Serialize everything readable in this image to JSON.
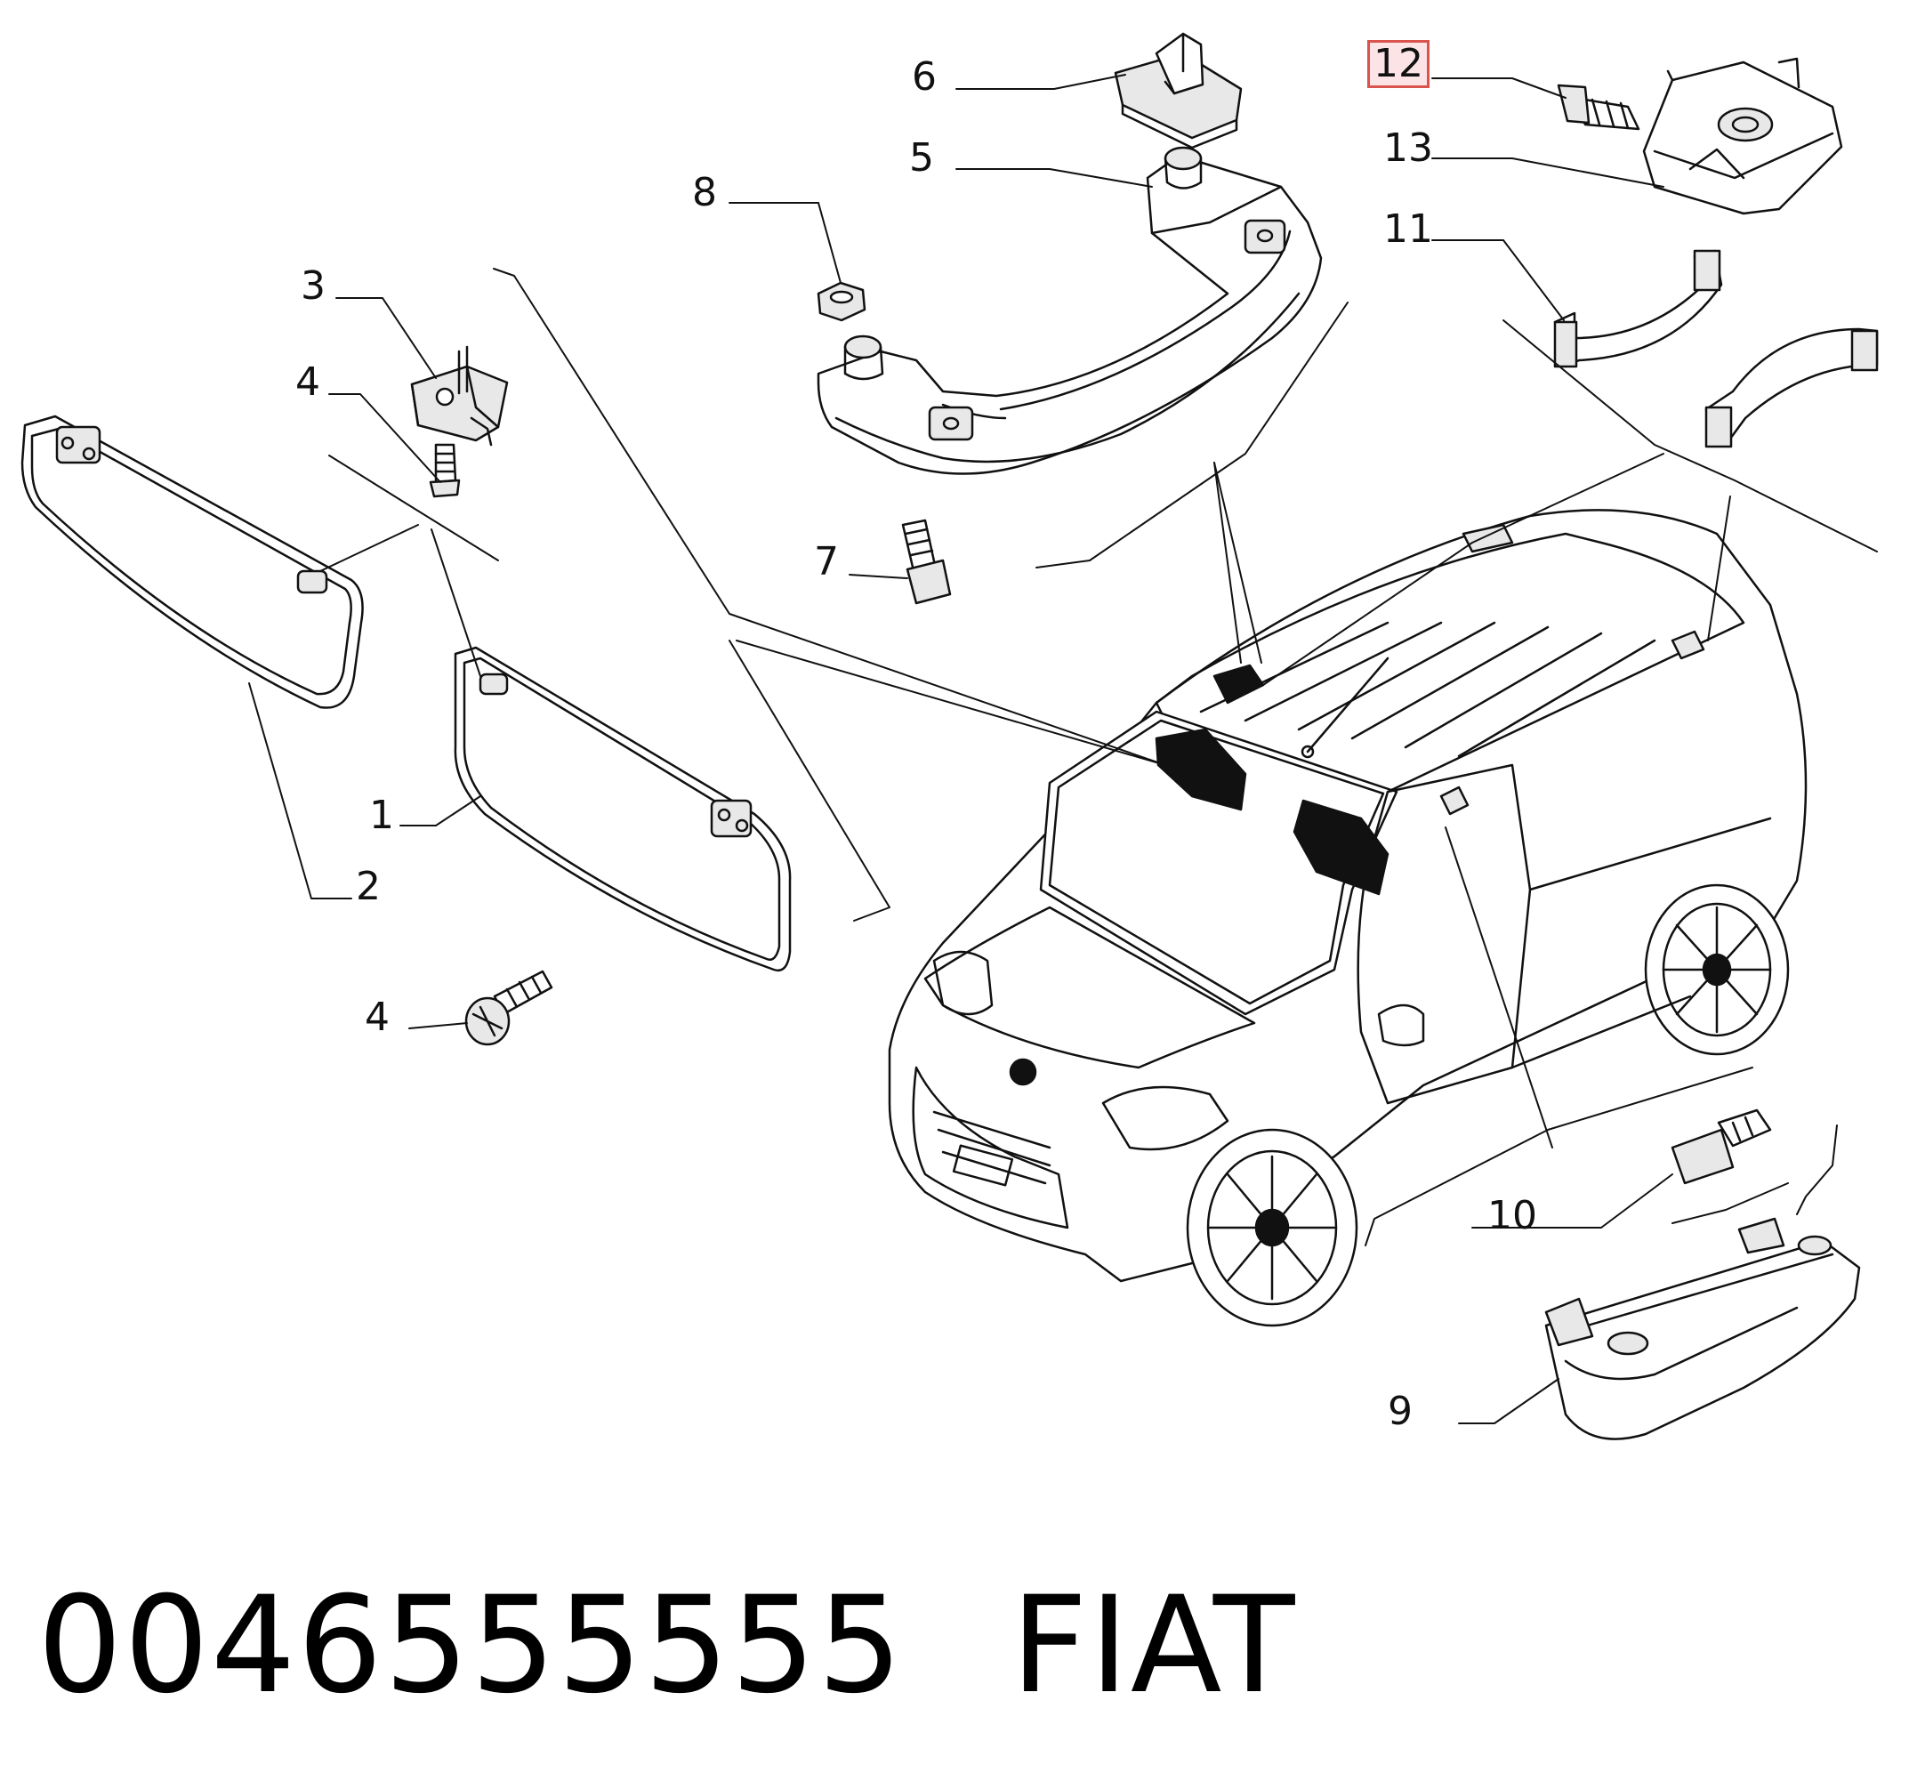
{
  "callouts": {
    "c1": "1",
    "c2": "2",
    "c3": "3",
    "c4a": "4",
    "c4b": "4",
    "c5": "5",
    "c6": "6",
    "c7": "7",
    "c8": "8",
    "c9": "9",
    "c10": "10",
    "c11": "11",
    "c12": "12",
    "c13": "13"
  },
  "footer": {
    "part_number": "0046555555",
    "brand": "FIAT"
  },
  "colors": {
    "line": "#111111",
    "highlight_border": "#d9534f",
    "highlight_fill": "#fbe3e6",
    "part_fill": "#e8e8e8"
  }
}
